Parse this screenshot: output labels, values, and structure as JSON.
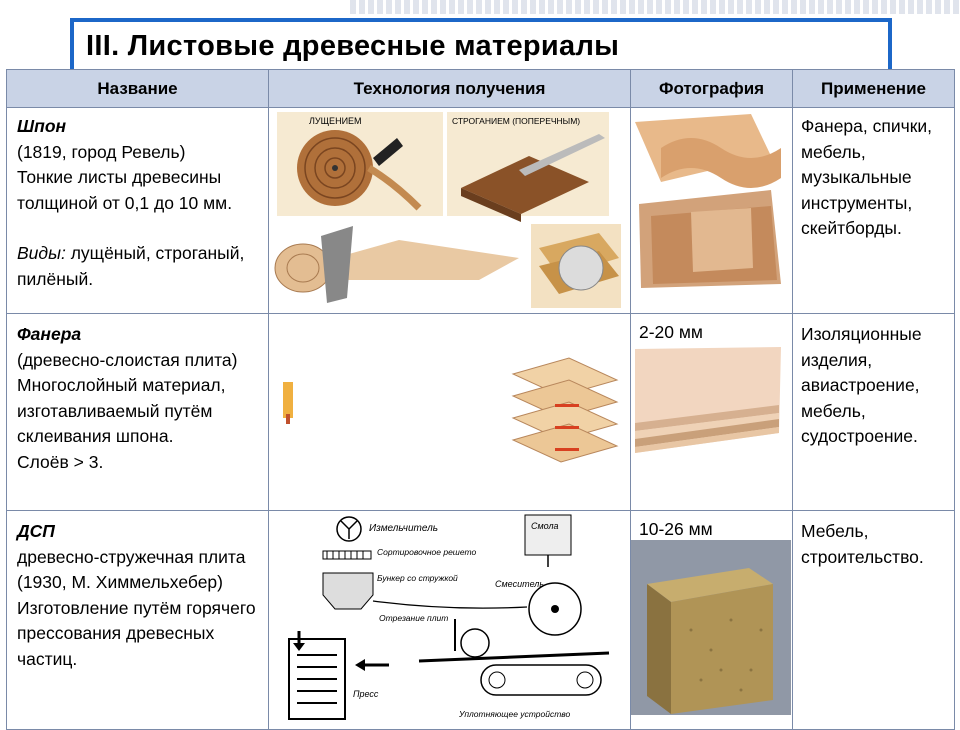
{
  "title": "III. Листовые древесные материалы",
  "headers": [
    "Название",
    "Технология получения",
    "Фотография",
    "Применение"
  ],
  "rows": [
    {
      "name": "Шпон",
      "details": [
        "(1819, город Ревель)",
        "Тонкие листы древесины толщиной от 0,1 до 10 мм."
      ],
      "types_label": "Виды:",
      "types": "лущёный, строганый, пилёный.",
      "tech_labels": [
        "ЛУЩЕНИЕМ",
        "СТРОГАНИЕМ (ПОПЕРЕЧНЫМ)"
      ],
      "photo_size": "",
      "application": "Фанера, спички, мебель, музыкальные инструменты, скейтборды."
    },
    {
      "name": "Фанера",
      "details": [
        "(древесно-слоистая плита)",
        "Многослойный материал, изготавливаемый путём склеивания шпона.",
        "Слоёв > 3."
      ],
      "photo_size": "2-20 мм",
      "application": "Изоляционные изделия, авиастроение, мебель, судостроение."
    },
    {
      "name": "ДСП",
      "details": [
        "древесно-стружечная плита",
        "(1930, М. Химмельхебер)",
        "Изготовление путём горячего прессования древесных частиц."
      ],
      "tech_labels": [
        "Измельчитель",
        "Сортировочное решето",
        "Бункер со стружкой",
        "Смола",
        "Смеситель",
        "Отрезание плит",
        "Пресс",
        "Уплотняющее устройство"
      ],
      "photo_size": "10-26 мм",
      "application": "Мебель, строительство."
    }
  ],
  "colors": {
    "header_bg": "#c9d3e6",
    "frame": "#1c67c8",
    "border": "#7a8aa8"
  }
}
